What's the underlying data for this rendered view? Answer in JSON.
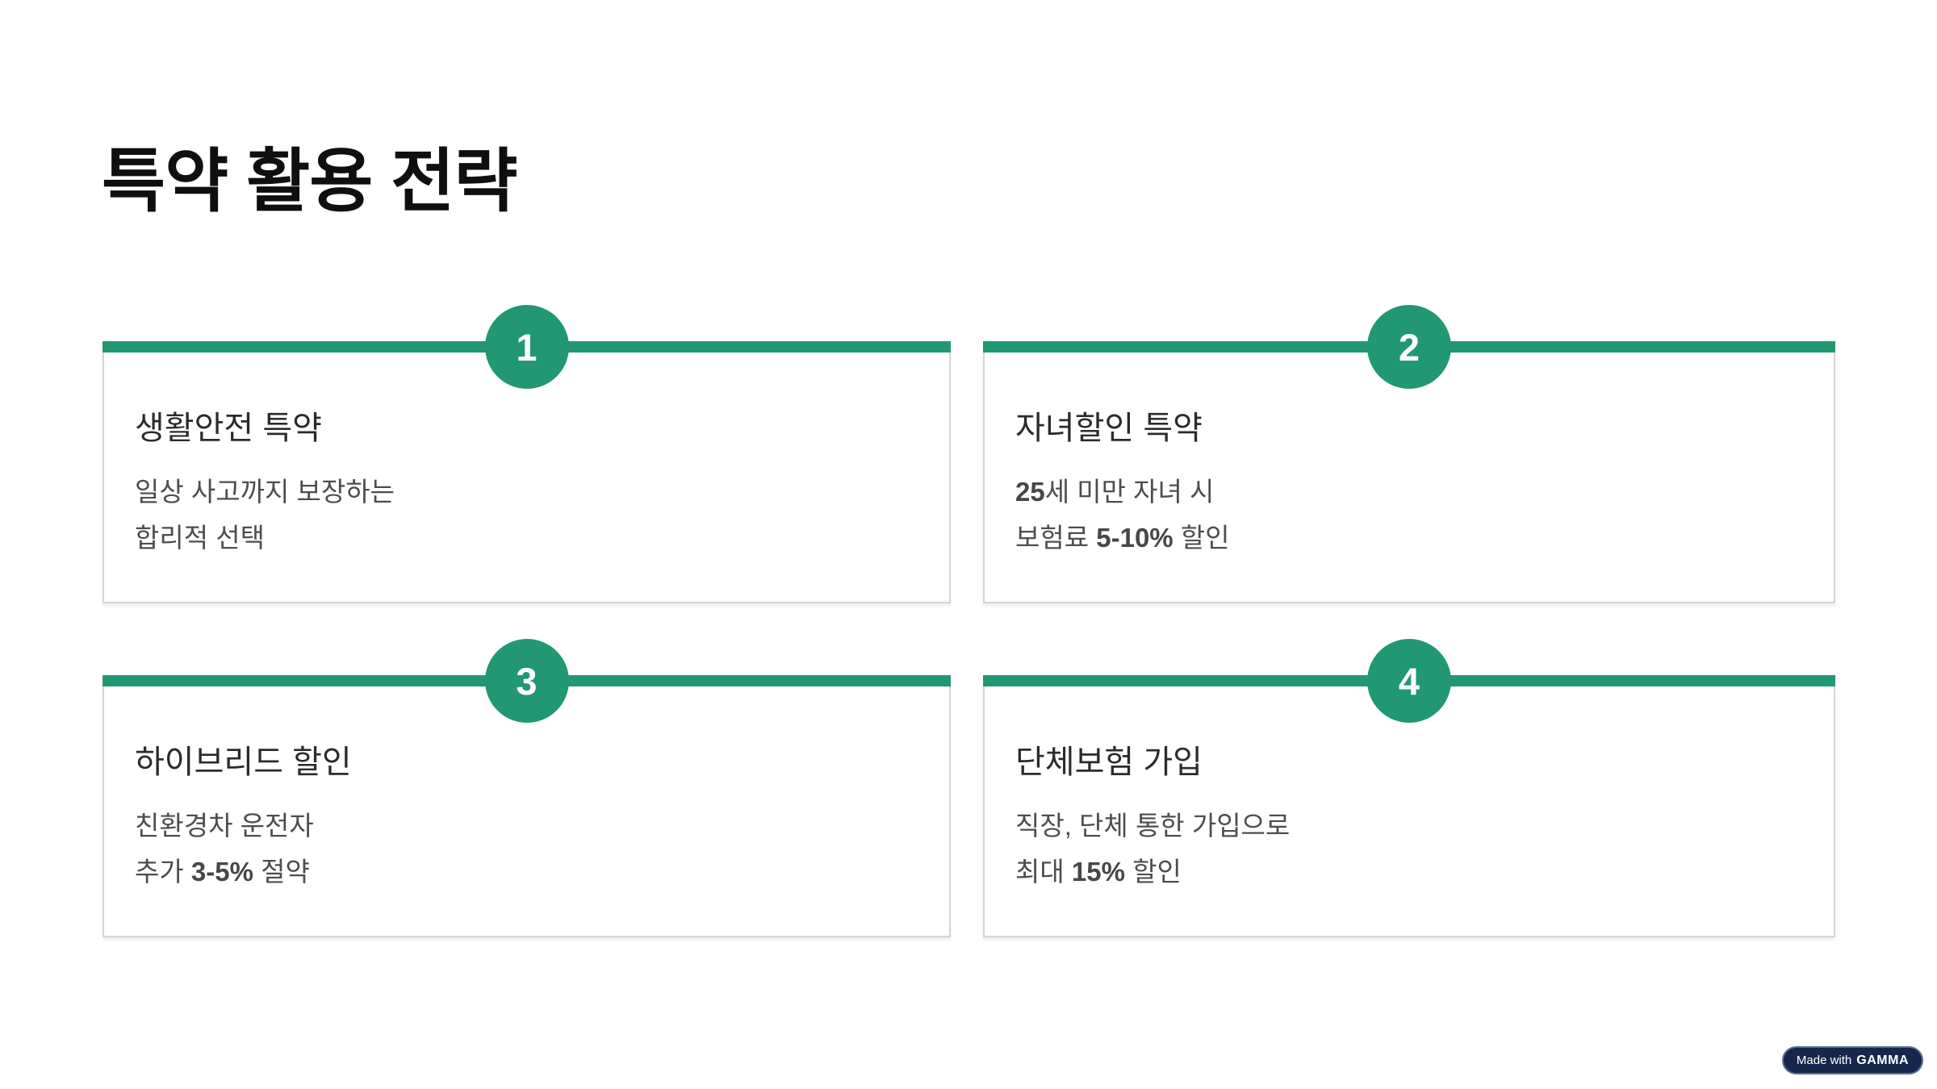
{
  "page": {
    "title": "특약 활용 전략",
    "background": "#ffffff"
  },
  "theme": {
    "accent_green": "#219873",
    "card_border": "#d8d5d2",
    "page_title_color": "#0f0f0f",
    "card_title_color": "#2b2b2b",
    "card_desc_color": "#4d4d4d",
    "number_text_color": "#ffffff",
    "badge_bg": "#15284b",
    "badge_text_color": "#ffffff"
  },
  "cards": [
    {
      "number": "1",
      "title": "생활안전 특약",
      "desc_lines": [
        [
          {
            "text": "일상 사고까지 보장하는",
            "bold": false
          }
        ],
        [
          {
            "text": "합리적 선택",
            "bold": false
          }
        ]
      ]
    },
    {
      "number": "2",
      "title": "자녀할인 특약",
      "desc_lines": [
        [
          {
            "text": "25",
            "bold": true
          },
          {
            "text": "세 미만 자녀 시",
            "bold": false
          }
        ],
        [
          {
            "text": "보험료 ",
            "bold": false
          },
          {
            "text": "5-10%",
            "bold": true
          },
          {
            "text": " 할인",
            "bold": false
          }
        ]
      ]
    },
    {
      "number": "3",
      "title": "하이브리드 할인",
      "desc_lines": [
        [
          {
            "text": "친환경차 운전자",
            "bold": false
          }
        ],
        [
          {
            "text": "추가 ",
            "bold": false
          },
          {
            "text": "3-5%",
            "bold": true
          },
          {
            "text": " 절약",
            "bold": false
          }
        ]
      ]
    },
    {
      "number": "4",
      "title": "단체보험 가입",
      "desc_lines": [
        [
          {
            "text": "직장, 단체 통한 가입으로",
            "bold": false
          }
        ],
        [
          {
            "text": "최대 ",
            "bold": false
          },
          {
            "text": "15%",
            "bold": true
          },
          {
            "text": " 할인",
            "bold": false
          }
        ]
      ]
    }
  ],
  "badge": {
    "prefix": "Made with",
    "brand": "GAMMA"
  }
}
